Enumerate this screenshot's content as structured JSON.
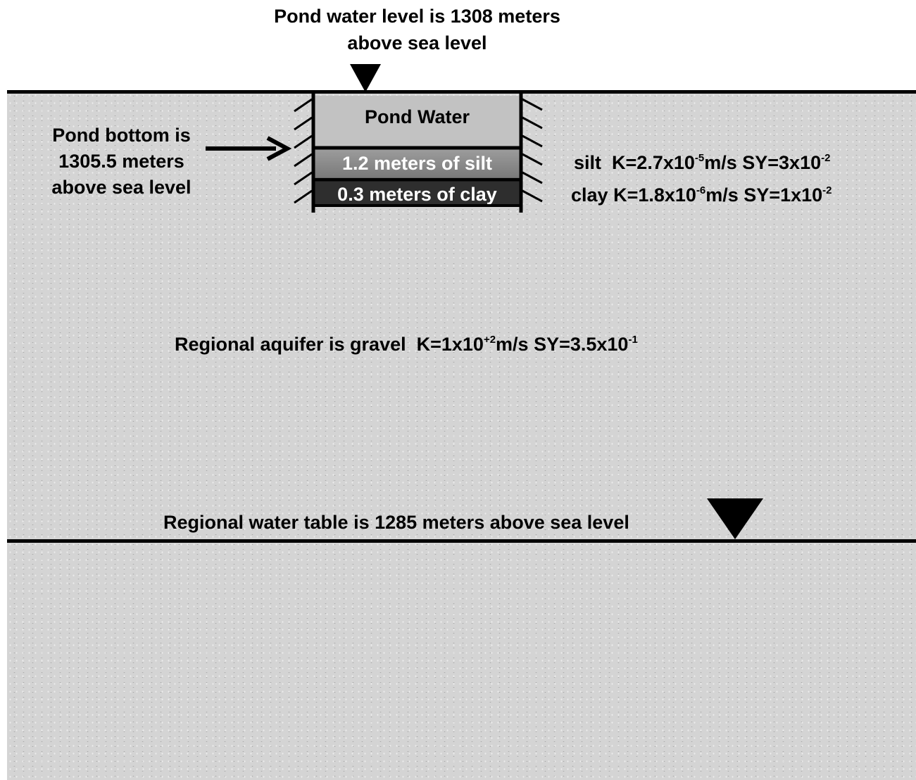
{
  "pond_level_label": {
    "line1": "Pond water level is 1308 meters",
    "line2": "above sea level"
  },
  "pond_bottom_label": {
    "line1": "Pond bottom is",
    "line2": "1305.5 meters",
    "line3": "above sea level"
  },
  "pond": {
    "water": "Pond Water",
    "silt_layer": "1.2 meters of silt",
    "clay_layer": "0.3 meters of clay"
  },
  "properties": {
    "silt": {
      "name": "silt",
      "k_pre": "K=2.7x10",
      "k_exp": "-5",
      "k_post": "m/s SY=3x10",
      "sy_exp": "-2"
    },
    "clay": {
      "name": "clay",
      "k_pre": "K=1.8x10",
      "k_exp": "-6",
      "k_post": "m/s SY=1x10",
      "sy_exp": "-2"
    }
  },
  "aquifer": {
    "pre": "Regional aquifer is gravel  K=1x10",
    "k_exp": "+2",
    "mid": "m/s SY=3.5x10",
    "sy_exp": "-1"
  },
  "water_table_label": "Regional water table is 1285 meters above sea level",
  "colors": {
    "ground": "#d4d4d4",
    "pond_water": "#c2c2c2",
    "silt": "#8a8a8a",
    "clay": "#2e2e2e",
    "line": "#000000"
  }
}
